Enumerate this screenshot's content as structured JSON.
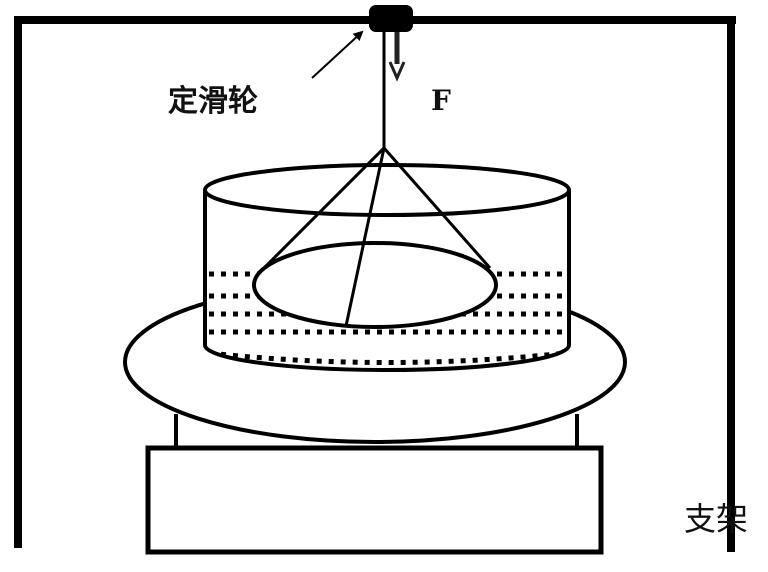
{
  "labels": {
    "pulley": "定滑轮",
    "force": "F",
    "stand": "支架"
  },
  "colors": {
    "line": "#000000",
    "background": "#ffffff"
  }
}
